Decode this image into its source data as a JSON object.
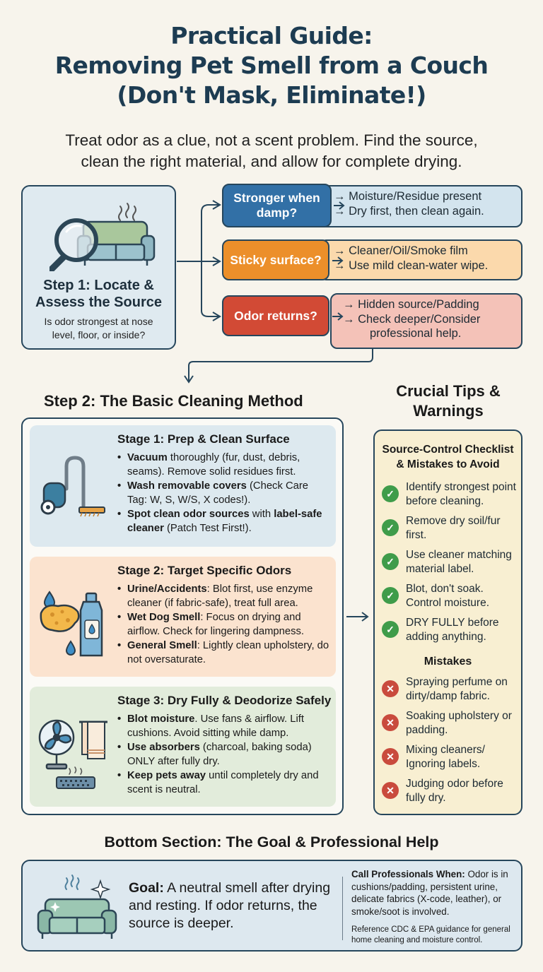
{
  "title": {
    "line1": "Practical Guide:",
    "line2": "Removing Pet Smell from a Couch",
    "line3": "(Don't Mask, Eliminate!)"
  },
  "subtitle": {
    "line1": "Treat odor as a clue, not a scent problem. Find the source,",
    "line2": "clean the right material, and allow for complete drying."
  },
  "step1": {
    "heading_line1": "Step 1: Locate &",
    "heading_line2": "Assess the Source",
    "question_line1": "Is odor strongest at nose",
    "question_line2": "level, floor, or inside?",
    "icons": [
      "magnifier-icon",
      "couch-icon",
      "odor-waves-icon"
    ],
    "branches": [
      {
        "label_line1": "Stronger when",
        "label_line2": "damp?",
        "color": "#3270a6",
        "result_color": "#d3e4ee",
        "results": [
          "→ Moisture/Residue present",
          "→ Dry first, then clean again."
        ]
      },
      {
        "label_line1": "Sticky surface?",
        "label_line2": "",
        "color": "#ec8f2a",
        "result_color": "#fbd9ac",
        "results": [
          "→ Cleaner/Oil/Smoke film",
          "→ Use mild clean-water wipe."
        ]
      },
      {
        "label_line1": "Odor returns?",
        "label_line2": "",
        "color": "#d24a35",
        "result_color": "#f4c2b8",
        "results": [
          "→ Hidden source/Padding",
          "→ Check deeper/Consider",
          "professional help."
        ]
      }
    ]
  },
  "step2": {
    "title": "Step 2: The Basic Cleaning Method",
    "stages": [
      {
        "title": "Stage 1: Prep & Clean Surface",
        "bg": "#dde9ef",
        "icon": "vacuum-icon",
        "bullets": [
          {
            "bold": "Vacuum",
            "text": " thoroughly (fur, dust, debris, seams). Remove solid residues first."
          },
          {
            "bold": "Wash removable covers",
            "text": " (Check Care Tag: W, S, W/S, X codes!)."
          },
          {
            "bold": "Spot clean odor sources",
            "text": " with ",
            "bold2": "label-safe cleaner",
            "text2": " (Patch Test First!)."
          }
        ]
      },
      {
        "title": "Stage 2: Target Specific Odors",
        "bg": "#fbe3cf",
        "icon": "sponge-and-cleaner-icon",
        "bullets": [
          {
            "bold": "Urine/Accidents",
            "text": ": Blot first, use enzyme cleaner (if fabric-safe), treat full area."
          },
          {
            "bold": "Wet Dog Smell",
            "text": ": Focus on drying and airflow. Check for lingering dampness."
          },
          {
            "bold": "General Smell",
            "text": ": Lightly clean upholstery, do not oversaturate."
          }
        ]
      },
      {
        "title": "Stage 3: Dry Fully & Deodorize Safely",
        "bg": "#e2ecdb",
        "icon": "fan-towel-charcoal-icon",
        "bullets": [
          {
            "bold": "Blot moisture",
            "text": ". Use fans & airflow. Lift cushions. Avoid sitting while damp."
          },
          {
            "bold": "Use absorbers",
            "text": " (charcoal, baking soda) ONLY after fully dry."
          },
          {
            "bold": "Keep pets away",
            "text": " until completely dry and scent is neutral."
          }
        ]
      }
    ]
  },
  "tips": {
    "title_line1": "Crucial Tips &",
    "title_line2": "Warnings",
    "checklist_head_line1": "Source-Control Checklist",
    "checklist_head_line2": "& Mistakes to Avoid",
    "checklist": [
      "Identify strongest point before cleaning.",
      "Remove dry soil/fur first.",
      "Use cleaner matching material label.",
      "Blot, don't soak. Control moisture.",
      "DRY FULLY before adding anything."
    ],
    "mistakes_head": "Mistakes",
    "mistakes": [
      "Spraying perfume on dirty/damp fabric.",
      "Soaking upholstery or padding.",
      "Mixing cleaners/ Ignoring labels.",
      "Judging odor before fully dry."
    ]
  },
  "bottom": {
    "title": "Bottom Section: The Goal & Professional Help",
    "goal_label": "Goal:",
    "goal_text": " A neutral smell after drying and resting. If odor returns, the source is deeper.",
    "pro_label": "Call Professionals When:",
    "pro_text": " Odor is in cushions/padding, persistent urine, delicate fabrics (X-code, leather), or smoke/soot is involved.",
    "reference": "Reference CDC & EPA guidance for general home cleaning and moisture control.",
    "icon": "clean-couch-sparkle-icon"
  },
  "colors": {
    "navy": "#1d3c52",
    "outline": "#26465c",
    "ok": "#3f9c4a",
    "bad": "#c94b3d"
  }
}
